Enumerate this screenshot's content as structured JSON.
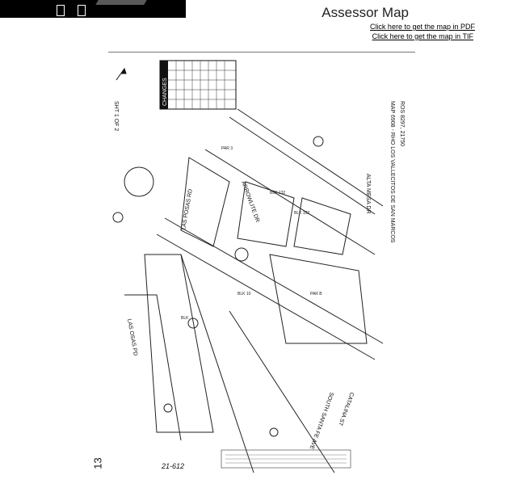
{
  "header": {
    "title": "Assessor Map",
    "pdf_link": "Click here to get the map in PDF",
    "tif_link": "Click here to get the map in TIF"
  },
  "map": {
    "changes_label": "CHANGES",
    "street_labels": [
      "ARROWLITE DR",
      "LAS POSAS RD",
      "CATALINA ST",
      "SOUTH SANTA FE AVE",
      "LAS OSAS PD",
      "ALTA MESA DR"
    ],
    "map_caption": "MAP 6908 - RHO LOS VALLECITOS DE SAN MARCOS",
    "map_caption_2": "ROS 8297, 21750",
    "sheet_label": "SHT 1 OF 2",
    "sheet_number": "13",
    "sheet_ref": "21-612"
  }
}
